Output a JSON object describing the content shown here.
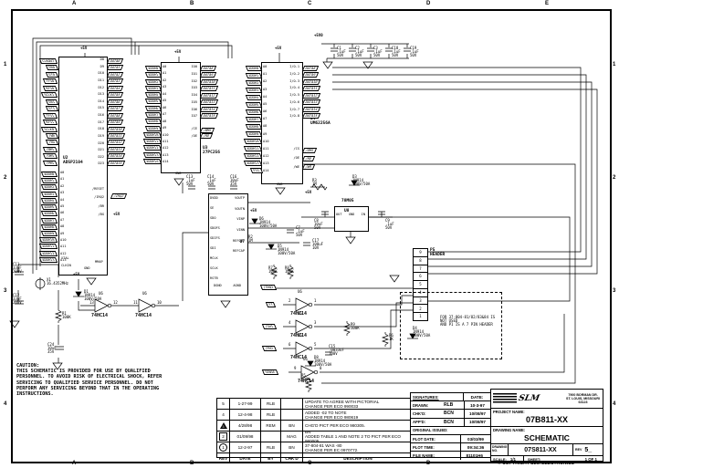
{
  "drawing": {
    "zones_top": [
      "A",
      "B",
      "C",
      "D",
      "E"
    ],
    "zones_side": [
      "1",
      "2",
      "3",
      "4"
    ],
    "caution": "CAUTION:\nTHIS SCHEMATIC IS PROVIDED FOR USE BY QUALIFIED\nPERSONNEL. TO AVOID RISK OF ELECTRICAL SHOCK, REFER\nSERVICING TO QUALIFIED SERVICE PERSONNEL. DO NOT\nPERFORM ANY SERVICING BEYOND THAT IN THE OPERATING\nINSTRUCTIONS.",
    "p5_note": "FOR 37-804-81/82/83&84 IS NOT USED\nAND P1 IS A 7 PIN HEADER"
  },
  "title_block": {
    "address": "7900 BORMAN DR.\nST. LOUIS, MISSOURI\n63123",
    "project_name_label": "PROJECT NAME:",
    "project_name": "07B811-XX",
    "drawing_name_label": "DRAWING NAME:",
    "drawing_name": "SCHEMATIC",
    "drawing_no_label": "DRAWING\nNO.",
    "drawing_no": "07S811-XX",
    "rev_label": "REV",
    "rev": "5_",
    "scale_label": "SCALE:",
    "scale": "1/1",
    "sheet_label": "SHEET:",
    "sheet": "1 OF 1",
    "copyright": "© COPYRIGHT SLM ELECTRONICS"
  },
  "signatures": {
    "header_left": "SIGNATURES:",
    "header_right": "DATE:",
    "drawn_label": "DRAWN:",
    "drawn": "RLB",
    "drawn_date": "10-3-97",
    "chkd_label": "CHK'D:",
    "chkd": "BCN",
    "chkd_date": "10/08/97",
    "appd_label": "APP'D:",
    "appd": "BCN",
    "appd_date": "10/08/97",
    "original_issued_label": "ORIGINAL ISSUED:",
    "plot_date_label": "PLOT DATE:",
    "plot_date": "03/03/99",
    "plot_time_label": "PLOT TIME:",
    "plot_time": "09:34:36",
    "file_name_label": "FILE NAME:",
    "file_name": "81101H6_"
  },
  "revisions": {
    "headers": {
      "rev": "REV",
      "date": "DATE",
      "by": "BY",
      "chkd": "CHK'D",
      "desc": "DESCRIPTION"
    },
    "rows": [
      {
        "rev": "5",
        "date": "1-27-99",
        "by": "RLB",
        "chkd": "",
        "desc": "UPDATE TO AGREE WITH PICTORIAL\nCHANGE PER ECO 990033"
      },
      {
        "rev": "4",
        "date": "12-4-98",
        "by": "RLB",
        "chkd": "",
        "desc": "ADDED -02 TO NOTE\nCHANGE PER ECO 980619"
      },
      {
        "rev": "3",
        "date": "4/28/98",
        "by": "REM",
        "chkd": "BN",
        "desc": "CHG'D PICT PER ECO 980305."
      },
      {
        "rev": "2",
        "date": "01/09/98",
        "by": "",
        "chkd": "MAG",
        "desc": "BN\nADDED TABLE 1 AND NOTE 2 TO PICT PER ECO 980005"
      },
      {
        "rev": "1",
        "date": "12-2-97",
        "by": "RLB",
        "chkd": "BN",
        "desc": "37-804-81 WAS -80\nCHANGE PER EC 0970772."
      }
    ]
  },
  "schematic": {
    "power_rail": "+5V0",
    "plus5": "+5V",
    "u2": {
      "ref_part": "U2\nADSP2104",
      "left_ctrl": [
        "CLKOUT",
        "DR0",
        "DT0",
        "TFS0",
        "RFS0",
        "SCLK1",
        "DR1",
        "DT1",
        "TFS1",
        "RFS1",
        "SCLK0",
        "/WR",
        "/RD",
        "/BMS",
        "/DMS",
        "/PMS"
      ],
      "left_addr_flags": [
        "ADDR0",
        "ADDR1",
        "ADDR2",
        "ADDR3",
        "ADDR4",
        "ADDR5",
        "ADDR6",
        "ADDR7",
        "ADDR8",
        "ADDR9",
        "ADDR10",
        "ADDR11",
        "ADDR12",
        "ADDR13"
      ],
      "int_addr": [
        "A0",
        "A1",
        "A2",
        "A3",
        "A4",
        "A5",
        "A6",
        "A7",
        "A8",
        "A9",
        "A10",
        "A11",
        "A12",
        "A13"
      ],
      "right_data_flags": [
        "DATA0",
        "DATA1",
        "DATA2",
        "DATA3",
        "DATA4",
        "DATA5",
        "DATA6",
        "DATA7",
        "DATA8",
        "DATA9",
        "DATA10",
        "DATA11",
        "DATA12",
        "DATA13",
        "DATA14",
        "DATA15"
      ],
      "int_data": [
        "D8",
        "D9",
        "D10",
        "D11",
        "D12",
        "D13",
        "D14",
        "D15",
        "D16",
        "D17",
        "D18",
        "D19",
        "D20",
        "D21",
        "D22",
        "D23"
      ],
      "right_misc": [
        "/RESET",
        "/IRQ2",
        "/BR",
        "/BG"
      ],
      "irq2_flag": "/IRQ2",
      "xtal": "XTAL",
      "clkin": "CLKIN",
      "gnd": "GND",
      "mmap": "MMAP"
    },
    "u3": {
      "ref_part": "U3\n27PC256",
      "addr_flags": [
        "ADDR0",
        "ADDR1",
        "ADDR2",
        "ADDR3",
        "ADDR4",
        "ADDR5",
        "ADDR6",
        "ADDR7",
        "ADDR8",
        "ADDR9",
        "ADDR10",
        "ADDR11",
        "ADDR12",
        "ADDR13",
        "ADDR14"
      ],
      "int_addr": [
        "A0",
        "A1",
        "A2",
        "A3",
        "A4",
        "A5",
        "A6",
        "A7",
        "A8",
        "A9",
        "A10",
        "A11",
        "A12",
        "A13",
        "A14"
      ],
      "int_data": [
        "IO0",
        "IO1",
        "IO2",
        "IO3",
        "IO4",
        "IO5",
        "IO6",
        "IO7"
      ],
      "data_flags": [
        "DATA8",
        "DATA9",
        "DATA10",
        "DATA11",
        "DATA12",
        "DATA13",
        "DATA14",
        "DATA15"
      ],
      "int_ctrl": [
        "/CE",
        "/OE"
      ],
      "ctrl_flags": [
        "/BMS",
        "/RD"
      ],
      "gnd": "GND"
    },
    "u4": {
      "ref_part": "U4\nUM62256A",
      "addr_flags": [
        "ADDR0",
        "ADDR1",
        "ADDR2",
        "ADDR3",
        "ADDR4",
        "ADDR5",
        "ADDR6",
        "ADDR7",
        "ADDR8",
        "ADDR9",
        "ADDR10",
        "ADDR11",
        "ADDR12",
        "ADDR13",
        "FS1"
      ],
      "int_addr": [
        "A0",
        "A1",
        "A2",
        "A3",
        "A4",
        "A5",
        "A6",
        "A7",
        "A8",
        "A9",
        "A10",
        "A11",
        "A12",
        "A13",
        "A14"
      ],
      "int_data": [
        "I/O-1",
        "I/O-2",
        "I/O-3",
        "I/O-4",
        "I/O-5",
        "I/O-6",
        "I/O-7",
        "I/O-8"
      ],
      "data_flags": [
        "DATA8",
        "DATA9",
        "DATA10",
        "DATA11",
        "DATA12",
        "DATA13",
        "DATA14",
        "DATA15"
      ],
      "int_ctrl": [
        "/CS",
        "/OE",
        "/WE"
      ],
      "ctrl_flags": [
        "/DMS",
        "/RD",
        "/WR"
      ],
      "gnd": "GND"
    },
    "u7": {
      "ref": "U7",
      "left": [
        "DVDD",
        "SE",
        "SDO",
        "SDOFS",
        "SDIFS",
        "SDI",
        "MCLK",
        "SCLK",
        "RSTB"
      ],
      "right": [
        "VOUTP",
        "VOUTN",
        "VINP",
        "VINN",
        "REFOUT",
        "REFCAP"
      ],
      "bottom": [
        "DGND",
        "AGND"
      ]
    },
    "u8": {
      "ref": "U8",
      "part": "78M05",
      "pins": [
        "OUT",
        "GND",
        "IN"
      ]
    },
    "p5": {
      "ref_label": "P5\nHEADER",
      "pins": [
        "9",
        "8",
        "7",
        "6",
        "5",
        "4",
        "3",
        "2",
        "1"
      ]
    },
    "gates": {
      "left": [
        {
          "ref": "U6",
          "part": "74HC14",
          "pin_in": "13",
          "pin_out": "12"
        },
        {
          "ref": "U6",
          "part": "74HC14",
          "pin_in": "11",
          "pin_out": "10"
        }
      ],
      "right": [
        {
          "ref": "U6",
          "part": "74HC14",
          "flag": "FT",
          "pin_in": "2",
          "pin_out": "1"
        },
        {
          "ref": "U6",
          "part": "74HC14",
          "flag": "/SH1",
          "pin_in": "4",
          "pin_out": "3"
        },
        {
          "ref": "U6",
          "part": "74HC14",
          "flag": "/PH2",
          "pin_in": "6",
          "pin_out": "5"
        },
        {
          "ref": "U6",
          "part": "74HC14",
          "flag": "SENSE",
          "pin_in": "9",
          "pin_out": "8"
        }
      ],
      "top_flag": "/IRQ2"
    },
    "components": {
      "c1": {
        "ref": "C1",
        "val": ".1uF\n50V"
      },
      "c2": {
        "ref": "C2",
        "val": ".1uF\n50V"
      },
      "c3": {
        "ref": "C3",
        "val": ".1uF\n50V"
      },
      "c18": {
        "ref": "C18",
        "val": ".1uF\n50V"
      },
      "c19": {
        "ref": "C19",
        "val": ".1uF\n50V"
      },
      "x1": {
        "ref": "X1",
        "val": "16.4352MHz"
      },
      "c11": {
        "ref": "C11",
        "val": "33pF\n200V"
      },
      "c12": {
        "ref": "C12",
        "val": "33pF\n200V"
      },
      "c24": {
        "ref": "C24",
        "val": "10uF\n35V"
      },
      "r1": {
        "ref": "R1",
        "val": "100K"
      },
      "r2": {
        "ref": "R2",
        "val": "1M"
      },
      "r3": {
        "ref": "R3",
        "val": "1M"
      },
      "r5": {
        "ref": "R5",
        "val": "100K"
      },
      "r6": {
        "ref": "R6",
        "val": "1K"
      },
      "r7": {
        "ref": "R7",
        "val": "100K"
      },
      "r8": {
        "ref": "R8",
        "val": "100K"
      },
      "r9": {
        "ref": "R9",
        "val": "100K"
      },
      "c7": {
        "ref": "C7",
        "val": ".1uF\n50V"
      },
      "c8": {
        "ref": "C8",
        "val": "10uF\n50V"
      },
      "c9": {
        "ref": "C9",
        "val": ".1uF\n50V"
      },
      "c13": {
        "ref": "C13",
        "val": ".1uF\n50V"
      },
      "c14": {
        "ref": "C14",
        "val": ".1uF\n50V"
      },
      "c15": {
        "ref": "C15",
        "val": ".0033uF\n100V"
      },
      "c16": {
        "ref": "C16",
        "val": "10uF\n35V"
      },
      "c17": {
        "ref": "C17",
        "val": "100uF\n10V"
      },
      "d1": {
        "ref": "D1",
        "val": "1N914\n100V/50A"
      },
      "d3": {
        "ref": "D3",
        "val": "1N914\n100V/50A"
      },
      "d4": {
        "ref": "D4",
        "val": "1N914\n100V/50A"
      },
      "d5": {
        "ref": "D5",
        "val": "1N914\n100V/50A"
      },
      "d6": {
        "ref": "D6",
        "val": "1N914\n100V/50A"
      },
      "d8": {
        "ref": "D8",
        "val": "1N914\n100V/50A"
      }
    }
  }
}
